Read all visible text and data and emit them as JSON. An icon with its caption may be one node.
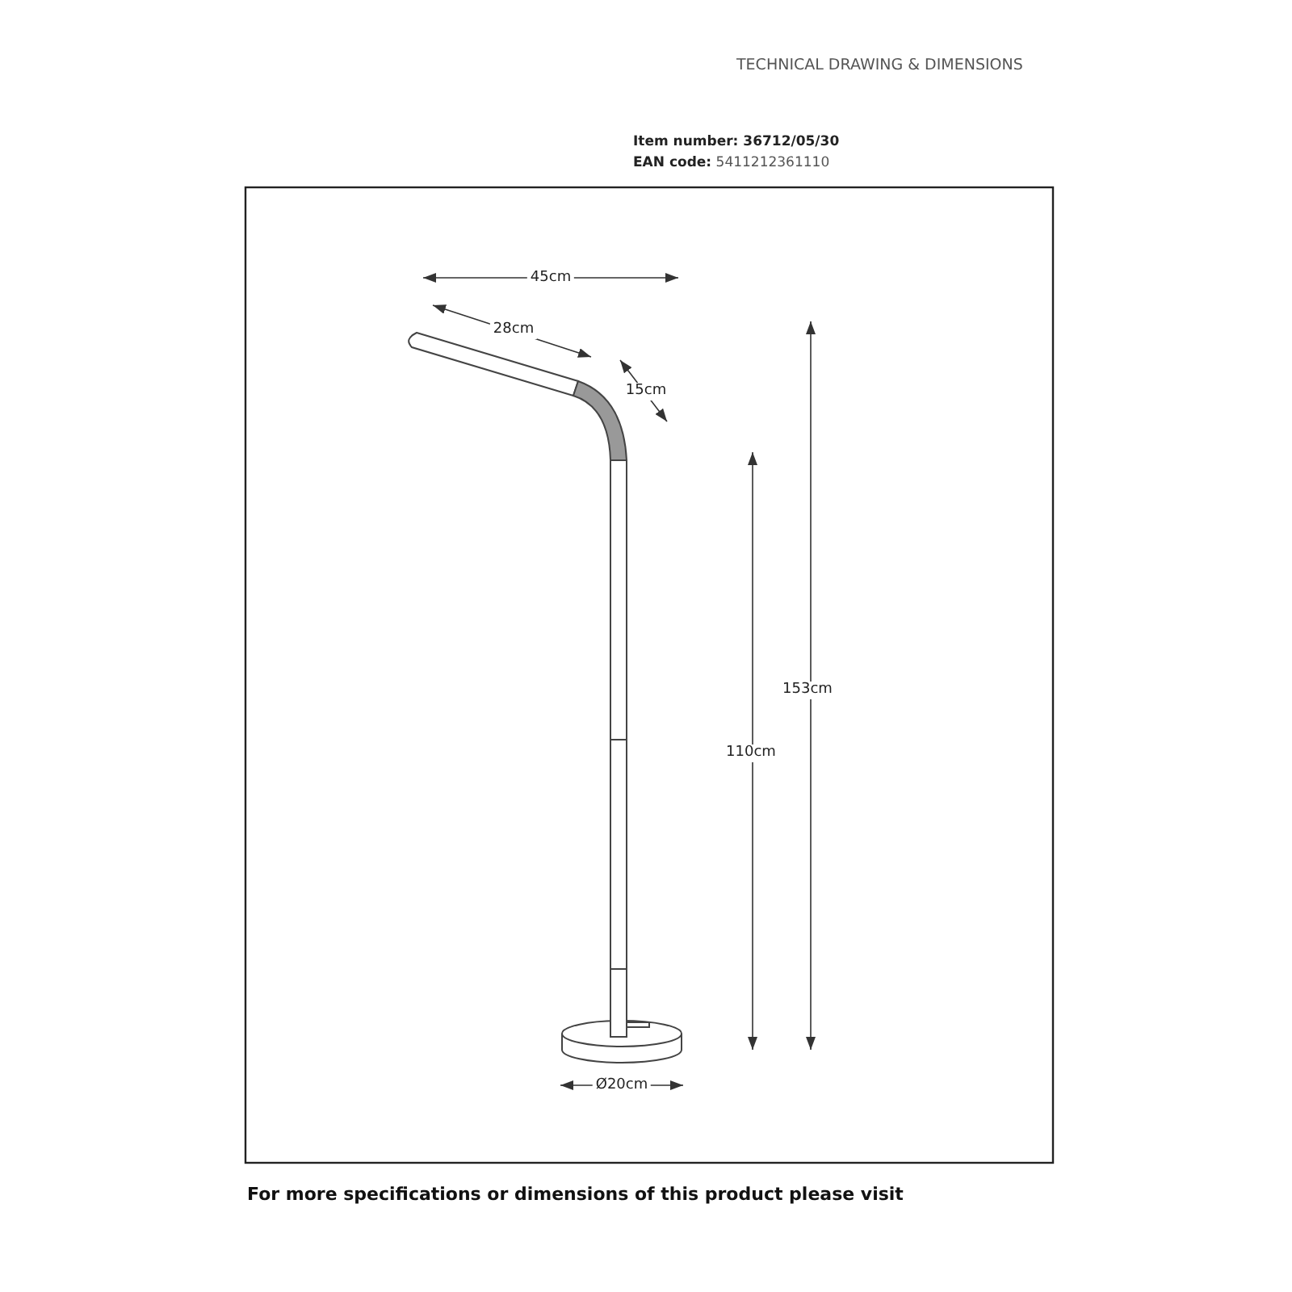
{
  "diagram": {
    "labels": [
      "TECHNICAL DRAWING & DIMENSIONS",
      "Item number: 36712/05/30",
      "**EAN code:** 5411212361110",
      "45cm",
      "28cm",
      "15cm",
      "153cm",
      "110cm",
      "Ø20cm",
      "For more specifications or dimensions of this product please visit"
    ]
  }
}
